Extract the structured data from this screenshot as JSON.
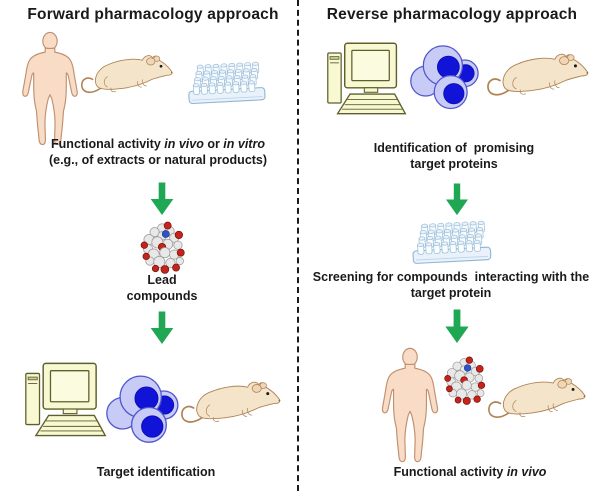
{
  "colors": {
    "text": "#1a1a1a",
    "divider": "#1a1a1a",
    "arrow_green": "#1FA754",
    "skin": "#F9DCC5",
    "skin_outline": "#C09070",
    "mouse_fur": "#F4E4CA",
    "mouse_outline": "#B08354",
    "cell_body": "#C7CBF5",
    "cell_outline": "#5157CE",
    "cell_nucleus": "#1113D6",
    "plate_fill": "#E9F2FA",
    "plate_outline": "#8FB4D2",
    "computer_fill": "#F8F8D2",
    "computer_outline": "#5F5F2E"
  },
  "icons": {
    "human": "human-figure-icon",
    "mouse": "lab-mouse-icon",
    "microplate": "microplate-icon",
    "computer": "computer-icon",
    "cells": "cell-cluster-icon",
    "molecule": "molecule-3d-icon",
    "arrow": "green-down-arrow-icon"
  },
  "left": {
    "title": "Forward pharmacology approach",
    "step1": {
      "p1": "Functional activity ",
      "i1": "in vivo",
      "p2": " or ",
      "i2": "in vitro",
      "line2": "(e.g., of extracts or natural products)"
    },
    "lead_line1": "Lead",
    "lead_line2": "compounds",
    "bottom_caption": "Target identification"
  },
  "right": {
    "title": "Reverse pharmacology approach",
    "step1_line1": "Identification of  promising",
    "step1_line2": "target proteins",
    "step2_line1": "Screening for compounds  interacting with the",
    "step2_line2": "target protein",
    "bottom": {
      "p1": "Functional activity ",
      "i1": "in vivo"
    }
  }
}
